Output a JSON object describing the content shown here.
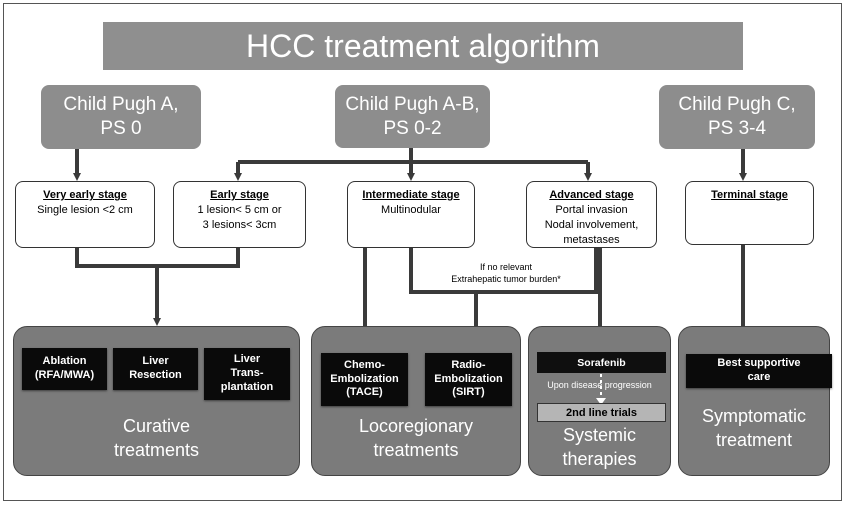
{
  "title": "HCC treatment algorithm",
  "child_pugh": [
    {
      "line1": "Child Pugh A,",
      "line2": "PS 0"
    },
    {
      "line1": "Child Pugh A-B,",
      "line2": "PS 0-2"
    },
    {
      "line1": "Child Pugh C,",
      "line2": "PS  3-4"
    }
  ],
  "stages": {
    "very_early": {
      "title": "Very early stage",
      "lines": [
        "Single lesion <2 cm"
      ]
    },
    "early": {
      "title": "Early stage",
      "lines": [
        "1 lesion< 5 cm or",
        "3 lesions< 3cm"
      ]
    },
    "intermediate": {
      "title": "Intermediate stage",
      "lines": [
        "Multinodular"
      ]
    },
    "advanced": {
      "title": "Advanced stage",
      "lines": [
        "Portal invasion",
        "Nodal involvement,",
        "metastases"
      ]
    },
    "terminal": {
      "title": "Terminal  stage",
      "lines": []
    }
  },
  "note": {
    "line1": "If no relevant",
    "line2": "Extrahepatic tumor burden*"
  },
  "curative": {
    "treatments": [
      {
        "line1": "Ablation",
        "line2": "(RFA/MWA)"
      },
      {
        "line1": "Liver",
        "line2": "Resection"
      },
      {
        "line1": "Liver",
        "line2": "Trans-",
        "line3": "plantation"
      }
    ],
    "title1": "Curative",
    "title2": "treatments"
  },
  "locoregional": {
    "treatments": [
      {
        "line1": "Chemo-",
        "line2": "Embolization",
        "line3": "(TACE)"
      },
      {
        "line1": "Radio-",
        "line2": "Embolization",
        "line3": "(SIRT)"
      }
    ],
    "title1": "Locoregionary",
    "title2": "treatments"
  },
  "systemic": {
    "first": "Sorafenib",
    "progression": "Upon disease progression",
    "second": "2nd line trials",
    "title1": "Systemic",
    "title2": "therapies"
  },
  "symptomatic": {
    "treatment": {
      "line1": "Best supportive",
      "line2": "care"
    },
    "title1": "Symptomatic",
    "title2": "treatment"
  }
}
